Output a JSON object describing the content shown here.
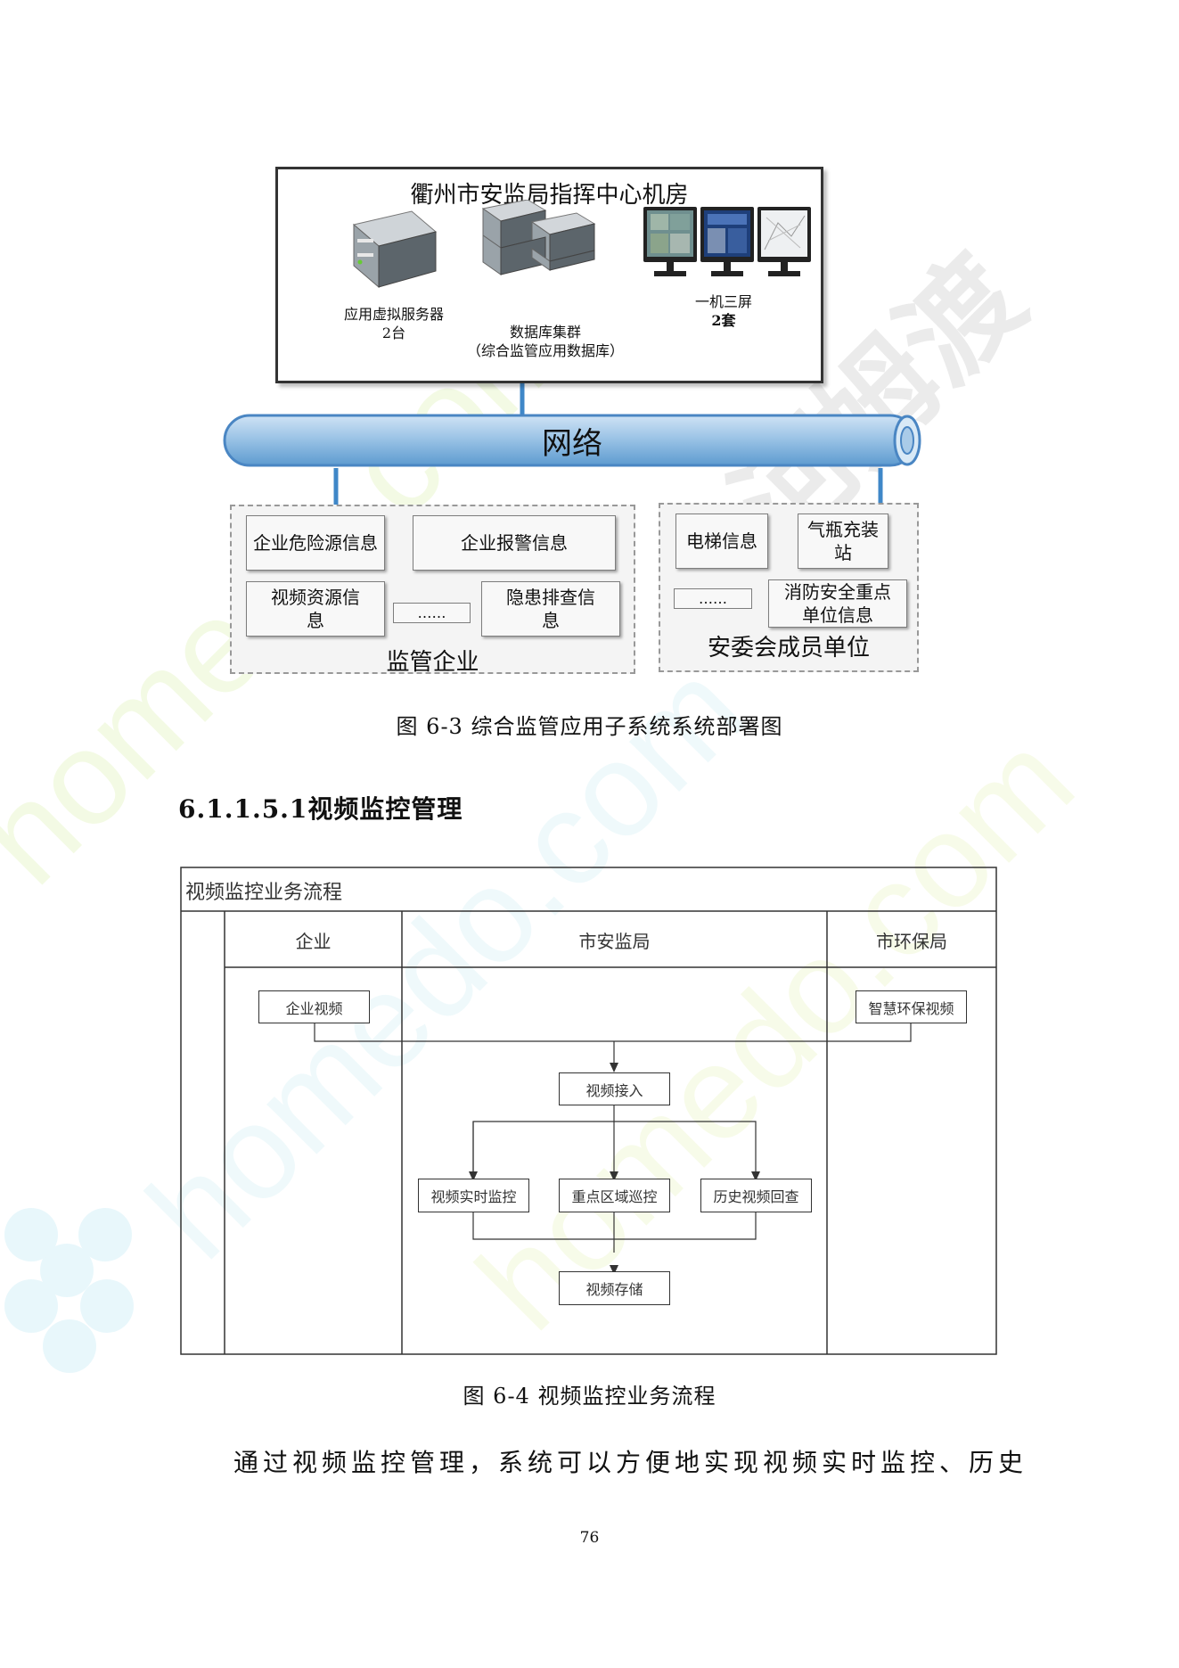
{
  "figure_6_3": {
    "room_title": "衢州市安监局指挥中心机房",
    "server_label_line1": "应用虚拟服务器",
    "server_label_line2": "2台",
    "db_label_line1": "数据库集群",
    "db_label_line2": "（综合监管应用数据库）",
    "screens_label_line1": "一机三屏",
    "screens_label_line2": "2套",
    "network_label": "网络",
    "left_group": {
      "label": "监管企业",
      "items": [
        "企业危险源信息",
        "企业报警信息",
        "视频资源信息",
        "……",
        "隐患排查信息"
      ]
    },
    "right_group": {
      "label": "安委会成员单位",
      "items": [
        "电梯信息",
        "气瓶充装站",
        "……",
        "消防安全重点单位信息"
      ]
    },
    "caption": "图 6-3 综合监管应用子系统系统部署图"
  },
  "section": {
    "heading": "6.1.1.5.1视频监控管理"
  },
  "figure_6_4": {
    "title": "视频监控业务流程",
    "lanes": [
      "企业",
      "市安监局",
      "市环保局"
    ],
    "nodes": {
      "enterprise_video": "企业视频",
      "smart_env_video": "智慧环保视频",
      "video_access": "视频接入",
      "realtime_monitor": "视频实时监控",
      "key_area_patrol": "重点区域巡控",
      "history_review": "历史视频回查",
      "video_storage": "视频存储"
    },
    "caption": "图 6-4 视频监控业务流程"
  },
  "body_text": "通过视频监控管理，系统可以方便地实现视频实时监控、历史",
  "page_number": "76",
  "watermark_text": "homedo.com",
  "watermark_brand": "河姆渡",
  "colors": {
    "pipe": "#8fbbe0",
    "pipe_edge": "#4a86c3",
    "watermark": "#e8f6c8"
  }
}
